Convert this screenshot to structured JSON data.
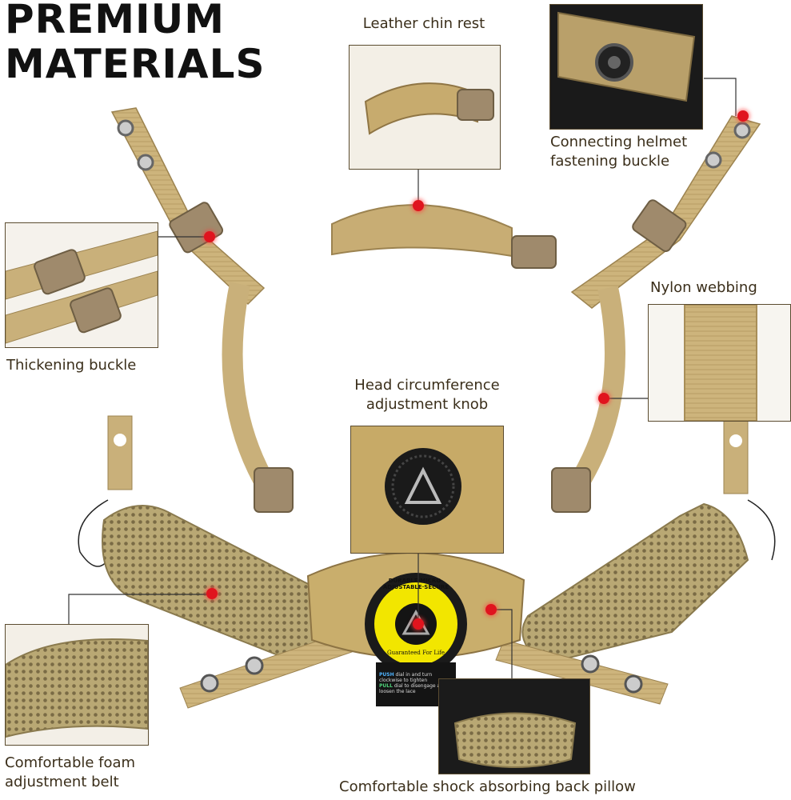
{
  "headline": {
    "line1": "PREMIUM",
    "line2": "MATERIALS"
  },
  "labels": {
    "chin_rest": "Leather chin rest",
    "connecting_buckle_1": "Connecting helmet",
    "connecting_buckle_2": "fastening buckle",
    "thickening_buckle": "Thickening buckle",
    "nylon_webbing": "Nylon webbing",
    "knob_1": "Head circumference",
    "knob_2": "adjustment knob",
    "foam_1": "Comfortable foam",
    "foam_2": "adjustment belt",
    "back_pillow": "Comfortable shock absorbing back pillow"
  },
  "knob_badge": {
    "ring_text": "DURABLE·MICRO-ADJUSTABLE·SECURE",
    "bottom_text": "Guaranteed For Life",
    "push_label": "PUSH",
    "push_text": "dial in and turn clockwise to tighten",
    "pull_label": "PULL",
    "pull_text": "dial to disengage and loosen the lace"
  },
  "colors": {
    "webbing": "#c9b07a",
    "webbing_dark": "#a88e58",
    "buckle": "#9f8a6c",
    "mesh": "#b7a673",
    "marker": "#e0141e"
  }
}
